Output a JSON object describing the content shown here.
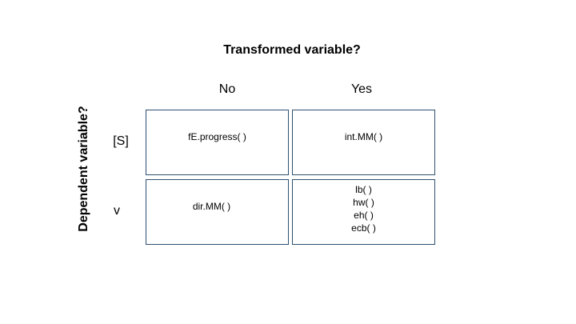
{
  "title": "Transformed variable?",
  "y_axis_label": "Dependent variable?",
  "columns": [
    "No",
    "Yes"
  ],
  "rows": [
    "[S]",
    "v"
  ],
  "cells": {
    "s_no": [
      "fE.progress( )"
    ],
    "s_yes": [
      "int.MM( )"
    ],
    "v_no": [
      "dir.MM( )"
    ],
    "v_yes": [
      "lb( )",
      "hw( )",
      "eh( )",
      "ecb( )"
    ]
  },
  "colors": {
    "border": "#2e5070",
    "text": "#000000",
    "background": "#ffffff"
  }
}
